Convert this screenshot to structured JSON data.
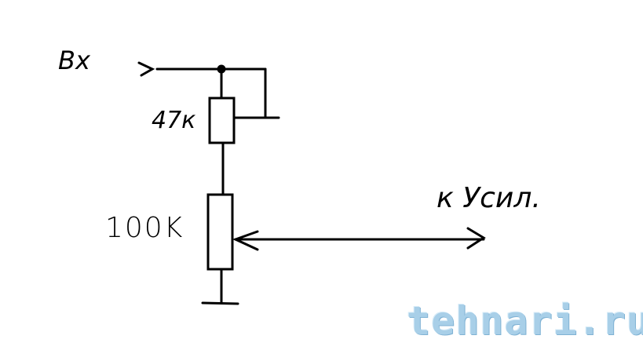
{
  "diagram": {
    "input_label": "Вх",
    "r1_label": "47к",
    "r2_label": "100K",
    "output_label": "к Усил.",
    "watermark": "tehnari.ru",
    "colors": {
      "ink": "#000000",
      "watermark": "#a8cfe8"
    }
  }
}
